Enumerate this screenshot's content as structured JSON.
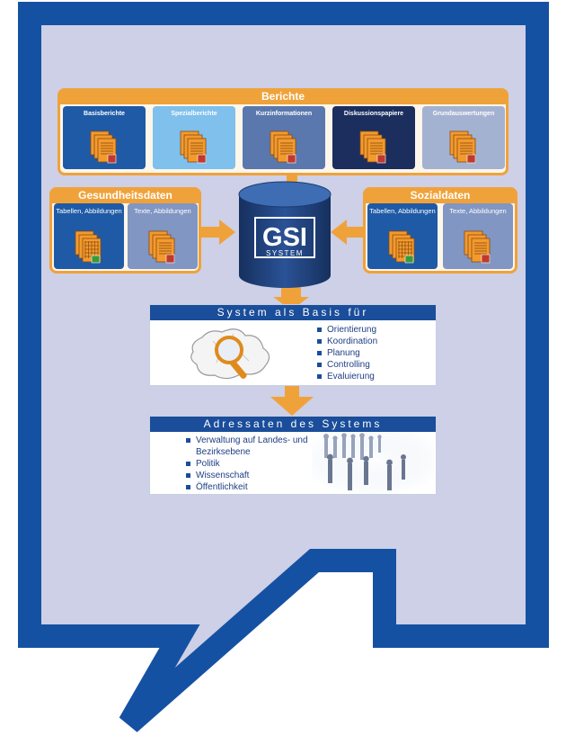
{
  "berichte": {
    "title": "Berichte",
    "items": [
      {
        "label": "Basisberichte",
        "color": "#1f5aa6"
      },
      {
        "label": "Spezialberichte",
        "color": "#7fc0ec"
      },
      {
        "label": "Kurzinformationen",
        "color": "#5a78ad"
      },
      {
        "label": "Diskussionspapiere",
        "color": "#1b2e5e"
      },
      {
        "label": "Grundauswertungen",
        "color": "#a3b2d0"
      }
    ]
  },
  "gesundheitsdaten": {
    "title": "Gesundheitsdaten",
    "items": [
      {
        "label": "Tabellen, Abbildungen",
        "color": "#1f5aa6"
      },
      {
        "label": "Texte, Abbildungen",
        "color": "#8196c2"
      }
    ]
  },
  "sozialdaten": {
    "title": "Sozialdaten",
    "items": [
      {
        "label": "Tabellen, Abbildungen",
        "color": "#1f5aa6"
      },
      {
        "label": "Texte, Abbildungen",
        "color": "#8196c2"
      }
    ]
  },
  "gsi": {
    "main": "GSI",
    "sub": "SYSTEM"
  },
  "basis": {
    "title": "System als Basis für",
    "items": [
      "Orientierung",
      "Koordination",
      "Planung",
      "Controlling",
      "Evaluierung"
    ]
  },
  "adressaten": {
    "title": "Adressaten des Systems",
    "items": [
      "Verwaltung auf Landes- und Bezirksebene",
      "Politik",
      "Wissenschaft",
      "Öffentlichkeit"
    ]
  },
  "colors": {
    "frame": "#1551a3",
    "bubble_fill": "#cdd0e6",
    "orange": "#f0a23a"
  },
  "icons": [
    "document-stack-icon",
    "spreadsheet-stack-icon",
    "magnifier-map-icon",
    "crowd-silhouette-icon"
  ]
}
